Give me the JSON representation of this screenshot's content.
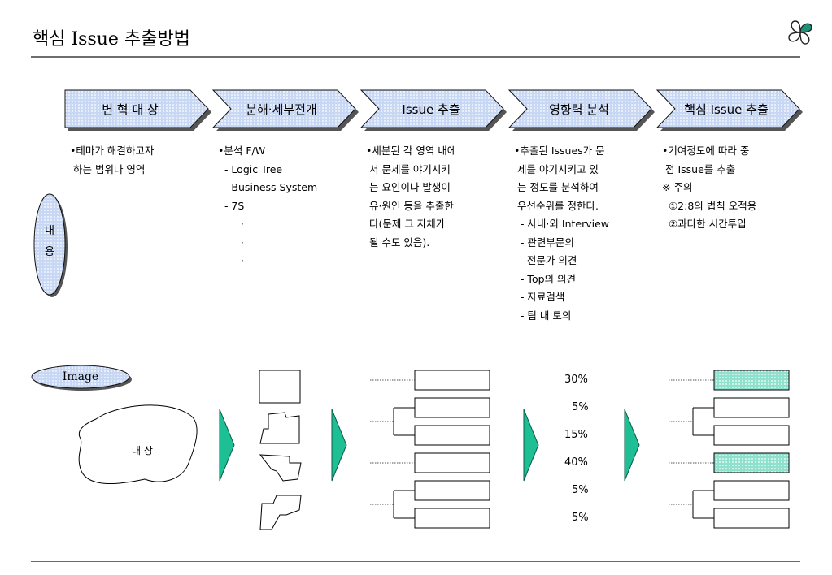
{
  "title": "핵심 Issue 추출방법",
  "icon": "clover-icon",
  "steps": [
    {
      "label": "변 혁 대 상"
    },
    {
      "label": "분해·세부전개"
    },
    {
      "label": "Issue 추출"
    },
    {
      "label": "영향력 분석"
    },
    {
      "label": "핵심 Issue 추출"
    }
  ],
  "content_label": "내\n용",
  "columns": [
    "•테마가 해결하고자\n 하는 범위나 영역",
    "•분석 F/W\n  - Logic Tree\n  - Business System\n  - 7S\n       ·\n       ·\n       ·",
    "•세분된 각 영역 내에\n 서 문제를 야기시키\n 는 요인이나 발생이\n 유·원인 등을 추출한\n 다(문제 그 자체가\n 될 수도 있음).",
    "•추출된 Issues가 문\n 제를 야기시키고 있\n 는 정도를 분석하여\n 우선순위를 정한다.\n  - 사내·외 Interview\n  - 관련부문의\n    전문가 의견\n  - Top의 의견\n  - 자료검색\n  - 팀 내 토의",
    "•기여정도에 따라 중\n 점 Issue를 추출\n※ 주의\n  ①2:8의 법칙 오적용\n  ②과다한 시간투입"
  ],
  "image_label": "Image",
  "target_label": "대 상",
  "percentages": [
    "30%",
    "5%",
    "15%",
    "40%",
    "5%",
    "5%"
  ],
  "colors": {
    "chevron_fill": "#c8d8f4",
    "oval_fill": "#c8d8f4",
    "highlight_fill": "#8fe0cc",
    "arrow_fill": "#1fbf96",
    "bottom_rule": "#c0405a"
  }
}
